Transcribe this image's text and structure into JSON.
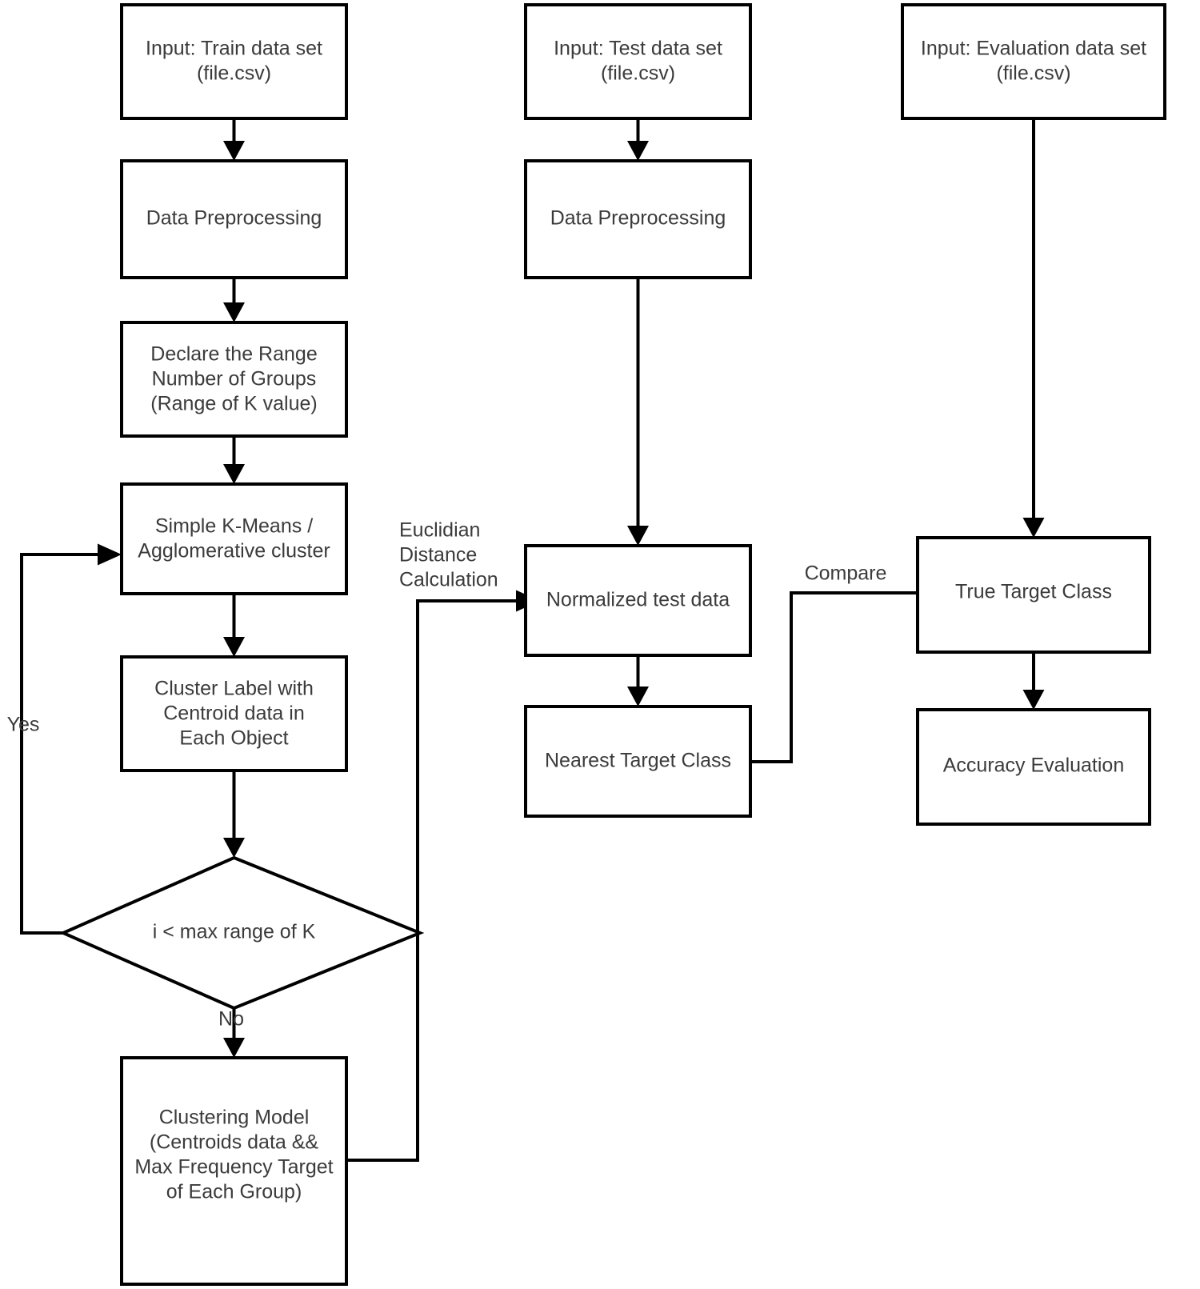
{
  "diagram": {
    "type": "flowchart",
    "title": "Clustering-based classification pipeline flowchart",
    "background_color": "#ffffff",
    "stroke_color": "#000000",
    "text_color": "#3b3b3b",
    "columns": [
      {
        "name": "train-pipeline"
      },
      {
        "name": "test-pipeline"
      },
      {
        "name": "evaluation-pipeline"
      }
    ],
    "nodes": [
      {
        "id": "input-train",
        "shape": "rect",
        "lines": [
          "Input: Train data set",
          "(file.csv)"
        ]
      },
      {
        "id": "preprocess-train",
        "shape": "rect",
        "lines": [
          "Data Preprocessing"
        ]
      },
      {
        "id": "declare-range",
        "shape": "rect",
        "lines": [
          "Declare the Range",
          "Number of Groups",
          "(Range of K value)"
        ]
      },
      {
        "id": "kmeans",
        "shape": "rect",
        "lines": [
          "Simple K-Means /",
          "Agglomerative cluster"
        ]
      },
      {
        "id": "cluster-label",
        "shape": "rect",
        "lines": [
          "Cluster Label with",
          "Centroid data in",
          "Each Object"
        ]
      },
      {
        "id": "decision-k",
        "shape": "diamond",
        "lines": [
          "i < max range of K"
        ]
      },
      {
        "id": "clustering-model",
        "shape": "rect",
        "lines": [
          "Clustering Model",
          "(Centroids data &&",
          "Max Frequency Target",
          "of Each Group)"
        ]
      },
      {
        "id": "input-test",
        "shape": "rect",
        "lines": [
          "Input: Test data set",
          "(file.csv)"
        ]
      },
      {
        "id": "preprocess-test",
        "shape": "rect",
        "lines": [
          "Data Preprocessing"
        ]
      },
      {
        "id": "normalized-test",
        "shape": "rect",
        "lines": [
          "Normalized test data"
        ]
      },
      {
        "id": "nearest-target",
        "shape": "rect",
        "lines": [
          "Nearest Target Class"
        ]
      },
      {
        "id": "input-eval",
        "shape": "rect",
        "lines": [
          "Input: Evaluation data set",
          "(file.csv)"
        ]
      },
      {
        "id": "true-target",
        "shape": "rect",
        "lines": [
          "True Target Class"
        ]
      },
      {
        "id": "accuracy-eval",
        "shape": "rect",
        "lines": [
          "Accuracy Evaluation"
        ]
      }
    ],
    "edge_labels": {
      "yes": "Yes",
      "no": "No",
      "euclidian": [
        "Euclidian",
        "Distance",
        "Calculation"
      ],
      "compare": "Compare"
    }
  }
}
